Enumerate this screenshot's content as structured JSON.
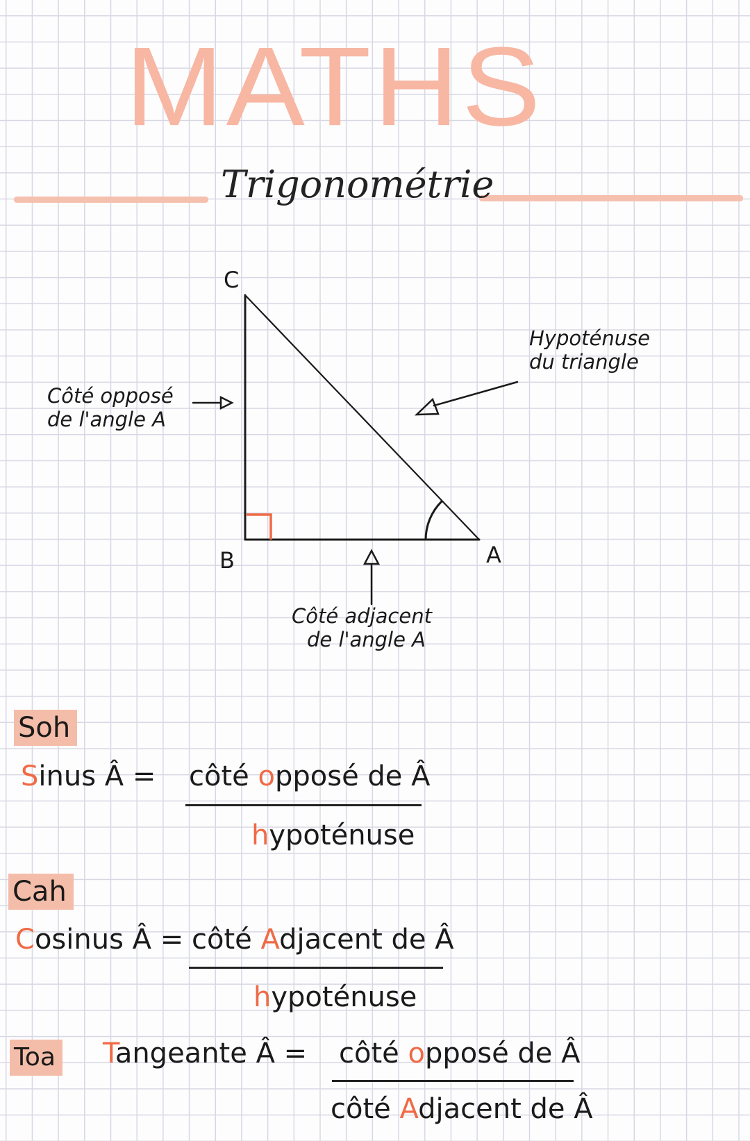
{
  "header": {
    "title": "MATHS",
    "subtitle": "Trigonométrie"
  },
  "diagram": {
    "vertices": {
      "C": "C",
      "B": "B",
      "A": "A"
    },
    "labels": {
      "opposite": [
        "Côté opposé",
        "de l'angle A"
      ],
      "hypotenuse": [
        "Hypoténuse",
        "du triangle"
      ],
      "adjacent": [
        "Côté adjacent",
        "de l'angle A"
      ]
    },
    "colors": {
      "right_angle_mark": "#ef6a45",
      "lines": "#1a1a1a"
    }
  },
  "formulas": [
    {
      "tag": "Soh",
      "name_first": "S",
      "name_rest": "inus",
      "angle": "Â",
      "equals": "=",
      "numerator": {
        "pre": "côté ",
        "accent": "o",
        "post": "pposé de Â"
      },
      "denominator": {
        "pre": "",
        "accent": "h",
        "post": "ypoténuse"
      }
    },
    {
      "tag": "Cah",
      "name_first": "C",
      "name_rest": "osinus",
      "angle": "Â",
      "equals": "=",
      "numerator": {
        "pre": "côté ",
        "accent": "A",
        "post": "djacent de Â"
      },
      "denominator": {
        "pre": "",
        "accent": "h",
        "post": "ypoténuse"
      }
    },
    {
      "tag": "Toa",
      "name_first": "T",
      "name_rest": "angeante",
      "angle": "Â",
      "equals": "=",
      "numerator": {
        "pre": "côté ",
        "accent": "o",
        "post": "pposé de Â"
      },
      "denominator": {
        "pre": "côté ",
        "accent": "A",
        "post": "djacent de Â"
      }
    }
  ],
  "colors": {
    "accent": "#ef6a45",
    "highlight": "#f4bda9",
    "title": "#f7b7a3",
    "grid": "#d8d8e4"
  }
}
